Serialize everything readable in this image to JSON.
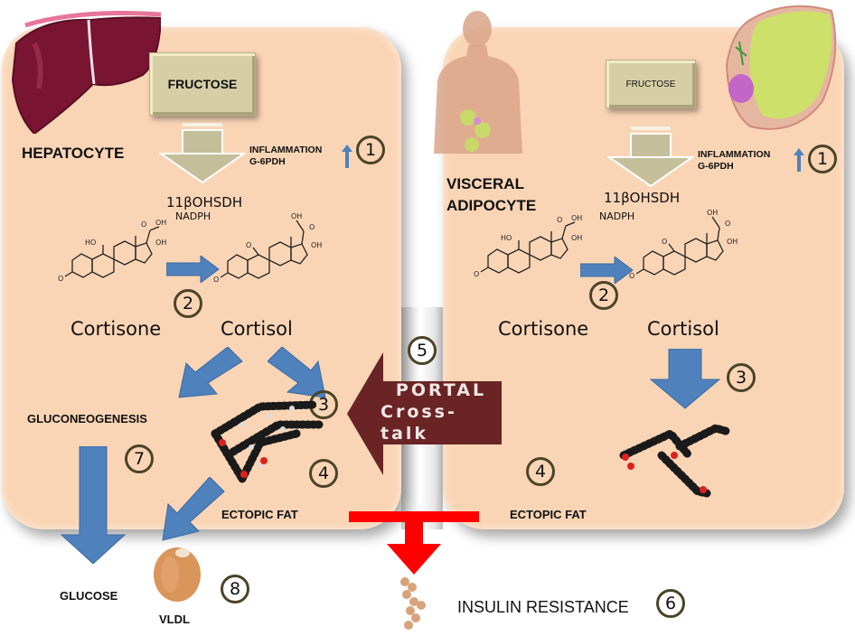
{
  "diagram": {
    "type": "metabolic-pathway",
    "colors": {
      "panel_fill": "#fad5b5",
      "flow_arrow": "#4f81bd",
      "fructose_arrow": "#c4bf9a",
      "portal_box": "#6a2425",
      "inhibition": "#ff0000",
      "circle_stroke": "#4b4328"
    },
    "left_panel": {
      "title": "HEPATOCYTE",
      "organ_icon": "liver-icon",
      "fructose_label": "FRUCTOSE",
      "enzyme": "11βOHSDH",
      "inflammation_line1": "INFLAMMATION",
      "inflammation_line2": "G-6PDH",
      "cofactor": "NADPH",
      "molecule_left": "Cortisone",
      "molecule_right": "Cortisol",
      "gluconeogenesis": "GLUCONEOGENESIS",
      "ectopic_fat": "ECTOPIC FAT",
      "glucose": "GLUCOSE",
      "vldl": "VLDL",
      "steps": [
        "1",
        "2",
        "3",
        "4",
        "7",
        "8"
      ]
    },
    "right_panel": {
      "title_line1": "VISCERAL",
      "title_line2": "ADIPOCYTE",
      "organ_icon": "adipocyte-icon",
      "body_icon": "human-torso-icon",
      "fructose_label": "FRUCTOSE",
      "enzyme": "11βOHSDH",
      "inflammation_line1": "INFLAMMATION",
      "inflammation_line2": "G-6PDH",
      "cofactor": "NADPH",
      "molecule_left": "Cortisone",
      "molecule_right": "Cortisol",
      "ectopic_fat": "ECTOPIC FAT",
      "steps": [
        "1",
        "2",
        "3",
        "4"
      ]
    },
    "portal": {
      "line1": "PORTAL",
      "line2": "Cross-talk",
      "step": "5"
    },
    "outcome": {
      "label": "INSULIN RESISTANCE",
      "step": "6"
    }
  }
}
